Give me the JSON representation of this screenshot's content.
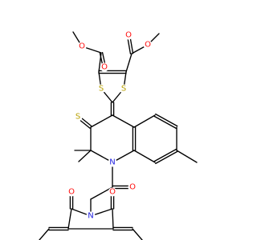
{
  "colors": {
    "bond": "#000000",
    "O": "#ff0d0d",
    "S": "#b8a000",
    "N": "#2020e0",
    "background": "#ffffff"
  },
  "atoms": [
    {
      "name": "atom-o-ester-left-carbonyl",
      "symbol": "O",
      "text": "O"
    },
    {
      "name": "atom-o-ester-left-methoxy",
      "symbol": "O",
      "text": "O"
    },
    {
      "name": "atom-o-ester-right-carbonyl",
      "symbol": "O",
      "text": "O"
    },
    {
      "name": "atom-o-ester-right-methoxy",
      "symbol": "O",
      "text": "O"
    },
    {
      "name": "atom-s-dithiole-left",
      "symbol": "S",
      "text": "S"
    },
    {
      "name": "atom-s-dithiole-right",
      "symbol": "S",
      "text": "S"
    },
    {
      "name": "atom-s-thione",
      "symbol": "S",
      "text": "S"
    },
    {
      "name": "atom-n-quinoline",
      "symbol": "N",
      "text": "N"
    },
    {
      "name": "atom-o-amide",
      "symbol": "O",
      "text": "O"
    },
    {
      "name": "atom-n-imide",
      "symbol": "N",
      "text": "N"
    },
    {
      "name": "atom-o-imide-left",
      "symbol": "O",
      "text": "O"
    },
    {
      "name": "atom-o-imide-right",
      "symbol": "O",
      "text": "O"
    }
  ]
}
